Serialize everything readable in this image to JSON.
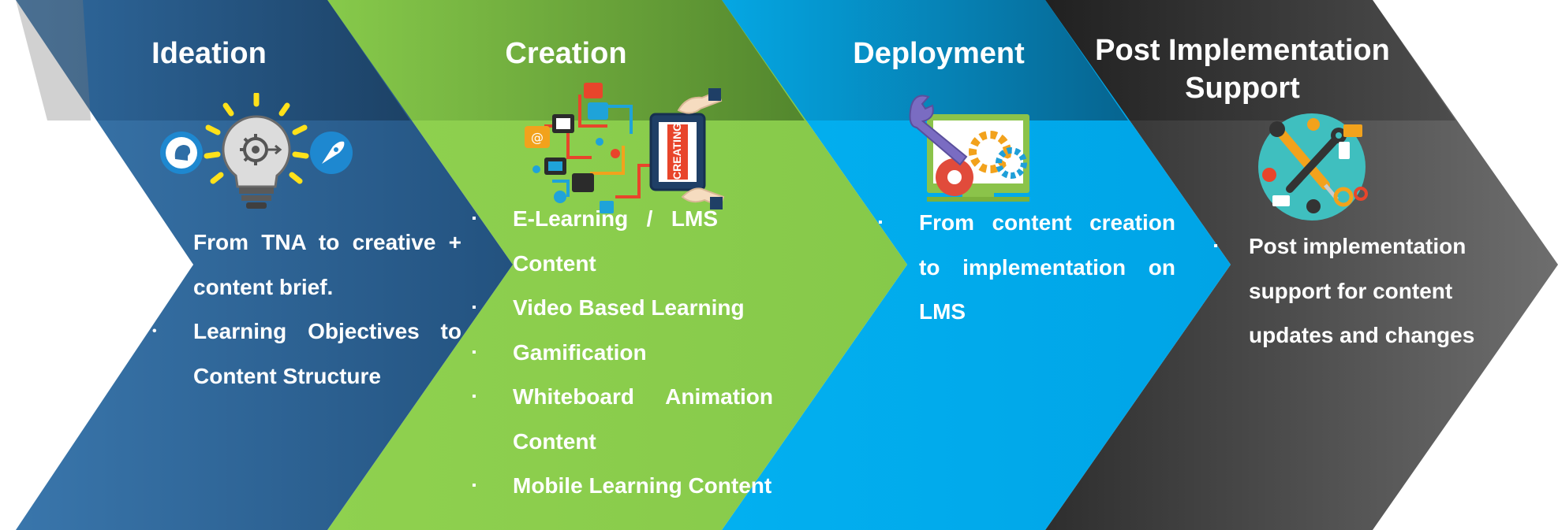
{
  "stages": [
    {
      "title": "Ideation",
      "bullets": [
        {
          "marker": "◦",
          "text": "From TNA to creative + content brief."
        },
        {
          "marker": "•",
          "text": "Learning Objectives to Content Structure"
        }
      ],
      "icon": "lightbulb-gear-icon",
      "color": "#2e659a"
    },
    {
      "title": "Creation",
      "bullets": [
        {
          "marker": "▪",
          "text": "E-Learning / LMS Content"
        },
        {
          "marker": "▪",
          "text": "Video Based Learning"
        },
        {
          "marker": "▪",
          "text": "Gamification"
        },
        {
          "marker": "▪",
          "text": "Whiteboard Animation Content"
        },
        {
          "marker": "▪",
          "text": "Mobile Learning Content"
        }
      ],
      "icon": "content-creation-icon",
      "badge": "CREATING",
      "color": "#8ed14d"
    },
    {
      "title": "Deployment",
      "bullets": [
        {
          "marker": "▪",
          "text": "From content creation to implementation on LMS"
        }
      ],
      "icon": "monitor-gears-icon",
      "color": "#00aeef"
    },
    {
      "title": "Post Implementation Support",
      "bullets": [
        {
          "marker": "▪",
          "text": "Post implementation support for content updates and changes"
        }
      ],
      "icon": "tools-support-icon",
      "color": "#3f3f3f"
    }
  ]
}
